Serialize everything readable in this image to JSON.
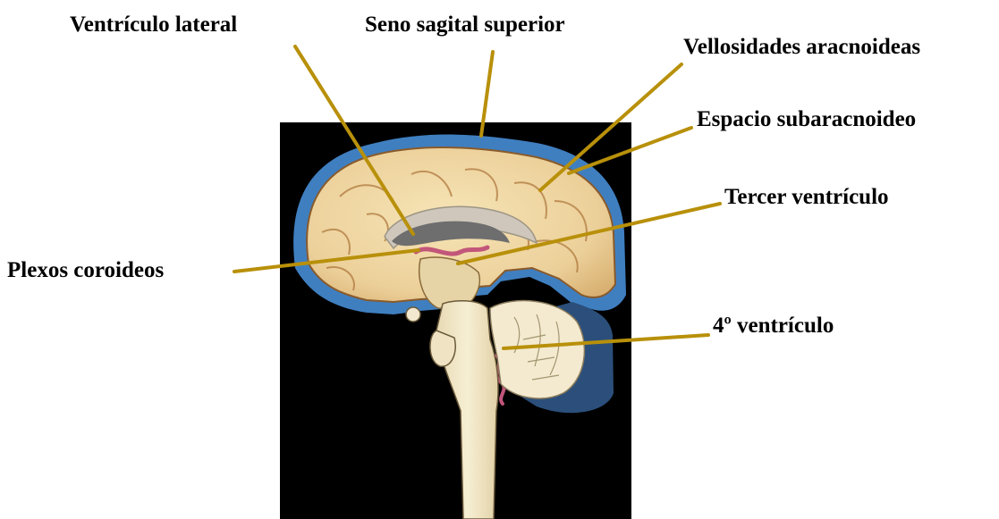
{
  "labels": {
    "ventriculo_lateral": "Ventrículo lateral",
    "seno_sagital_superior": "Seno sagital superior",
    "vellosidades_aracnoideas": "Vellosidades aracnoideas",
    "espacio_subaracnoideo": "Espacio subaracnoideo",
    "tercer_ventriculo": "Tercer ventrículo",
    "plexos_coroideos": "Plexos coroideos",
    "cuarto_ventriculo": "4º ventrículo"
  },
  "colors": {
    "leader_line": "#b8900a",
    "background_panel": "#000000",
    "meninges_blue": "#3f7fc0",
    "brain_tissue": "#edd6a3",
    "plexus_pink": "#c2567a"
  }
}
